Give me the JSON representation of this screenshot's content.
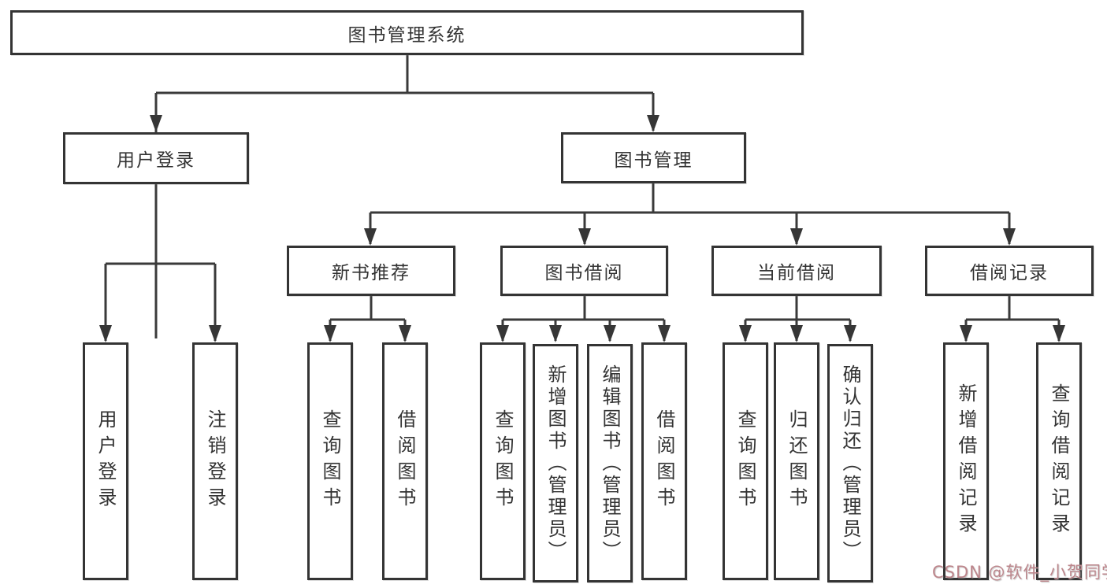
{
  "root": {
    "label": "图书管理系统"
  },
  "user_login": {
    "label": "用户登录",
    "children": [
      "用户登录",
      "注销登录"
    ]
  },
  "book_mgmt": {
    "label": "图书管理"
  },
  "new_book": {
    "label": "新书推荐",
    "children": [
      "查询图书",
      "借阅图书"
    ]
  },
  "borrow": {
    "label": "图书借阅",
    "children": [
      "查询图书",
      "新增图书（管理员）",
      "编辑图书（管理员）",
      "借阅图书"
    ]
  },
  "current": {
    "label": "当前借阅",
    "children": [
      "查询图书",
      "归还图书",
      "确认归还（管理员）"
    ]
  },
  "records": {
    "label": "借阅记录",
    "children": [
      "新增借阅记录",
      "查询借阅记录"
    ]
  },
  "watermark": {
    "text": "CSDN @软件_小贺同学"
  },
  "colors": {
    "line": "#3a3a3a",
    "box_border": "#343434",
    "text": "#333333",
    "background": "#ffffff",
    "watermark": "#bd868c"
  }
}
